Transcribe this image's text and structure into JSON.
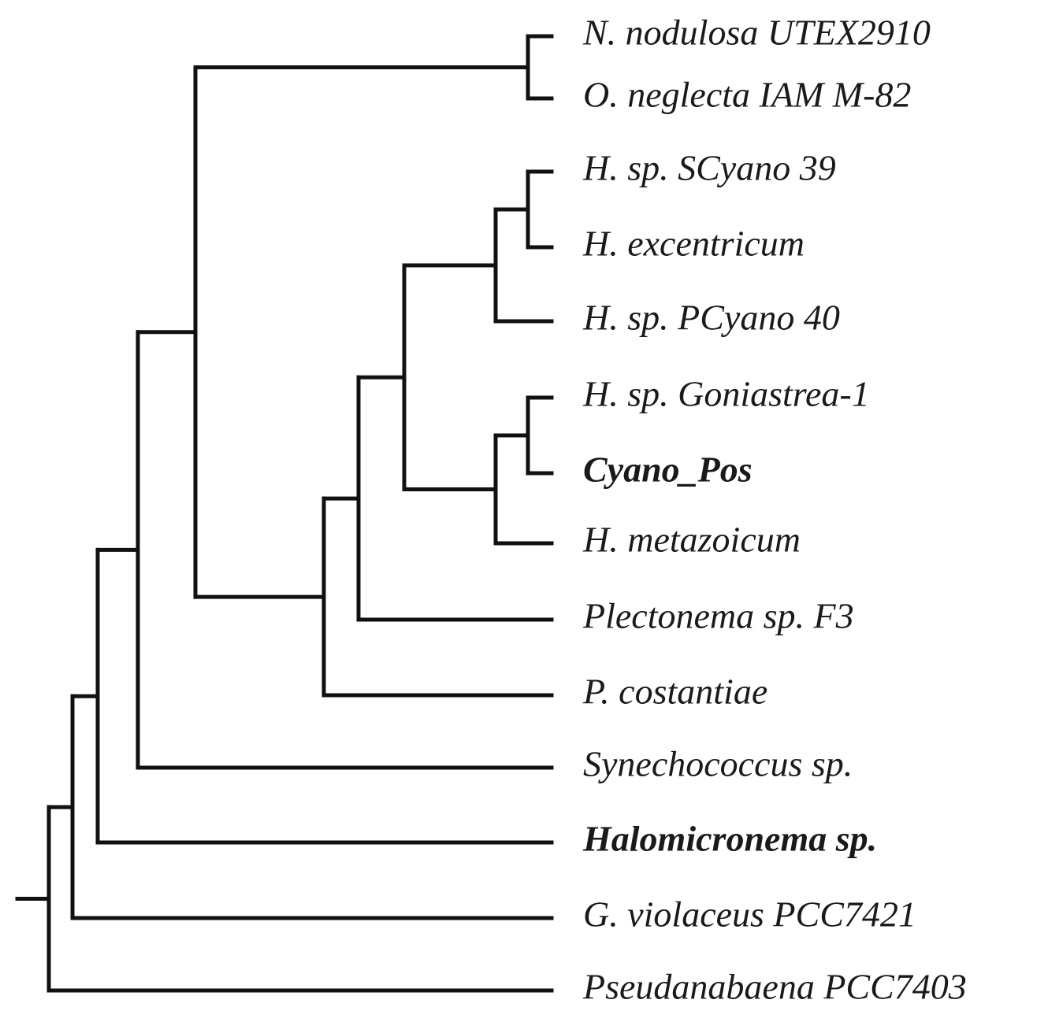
{
  "tree": {
    "highlight_color": "#e8191e",
    "text_color": "#1a1a1a",
    "line_color": "#111111",
    "taxa": [
      {
        "id": "t1",
        "label": "N. nodulosa UTEX2910",
        "highlight": false
      },
      {
        "id": "t2",
        "label": "O. neglecta IAM M-82",
        "highlight": false
      },
      {
        "id": "t3",
        "label": "H. sp. SCyano 39",
        "highlight": false
      },
      {
        "id": "t4",
        "label": "H. excentricum",
        "highlight": false
      },
      {
        "id": "t5",
        "label": "H. sp. PCyano 40",
        "highlight": false
      },
      {
        "id": "t6",
        "label": "H. sp. Goniastrea-1",
        "highlight": false
      },
      {
        "id": "t7",
        "label": "Cyano_Pos",
        "highlight": true
      },
      {
        "id": "t8",
        "label": "H. metazoicum",
        "highlight": false
      },
      {
        "id": "t9",
        "label": "Plectonema sp. F3",
        "highlight": false
      },
      {
        "id": "t10",
        "label": "P. costantiae",
        "highlight": false
      },
      {
        "id": "t11",
        "label": "Synechococcus sp.",
        "highlight": false
      },
      {
        "id": "t12",
        "label": "Halomicronema sp.",
        "highlight": true
      },
      {
        "id": "t13",
        "label": "G. violaceus PCC7421",
        "highlight": false
      },
      {
        "id": "t14",
        "label": "Pseudanabaena PCC7403",
        "highlight": false
      }
    ],
    "topology": {
      "id": "n_root",
      "children": [
        {
          "id": "n_a",
          "children": [
            {
              "id": "n_b",
              "children": [
                {
                  "id": "n_c",
                  "children": [
                    {
                      "id": "n_d",
                      "children": [
                        {
                          "id": "n_e",
                          "children": [
                            {
                              "id": "n_f",
                              "children": [
                                {
                                  "taxon": "t1"
                                },
                                {
                                  "taxon": "t2"
                                }
                              ]
                            },
                            {
                              "id": "n_g",
                              "children": [
                                {
                                  "id": "n_h",
                                  "children": [
                                    {
                                      "id": "n_i",
                                      "children": [
                                        {
                                          "id": "n_j",
                                          "children": [
                                            {
                                              "id": "n_k",
                                              "children": [
                                                {
                                                  "taxon": "t3"
                                                },
                                                {
                                                  "taxon": "t4"
                                                }
                                              ]
                                            },
                                            {
                                              "taxon": "t5"
                                            }
                                          ]
                                        },
                                        {
                                          "id": "n_l",
                                          "children": [
                                            {
                                              "id": "n_m",
                                              "children": [
                                                {
                                                  "taxon": "t6"
                                                },
                                                {
                                                  "taxon": "t7"
                                                }
                                              ]
                                            },
                                            {
                                              "taxon": "t8"
                                            }
                                          ]
                                        }
                                      ]
                                    },
                                    {
                                      "taxon": "t9"
                                    }
                                  ]
                                },
                                {
                                  "taxon": "t10"
                                }
                              ]
                            }
                          ]
                        },
                        {
                          "taxon": "t11"
                        }
                      ]
                    },
                    {
                      "taxon": "t12"
                    }
                  ]
                },
                {
                  "taxon": "t13"
                }
              ]
            },
            {
              "taxon": "t14"
            }
          ]
        }
      ]
    }
  }
}
